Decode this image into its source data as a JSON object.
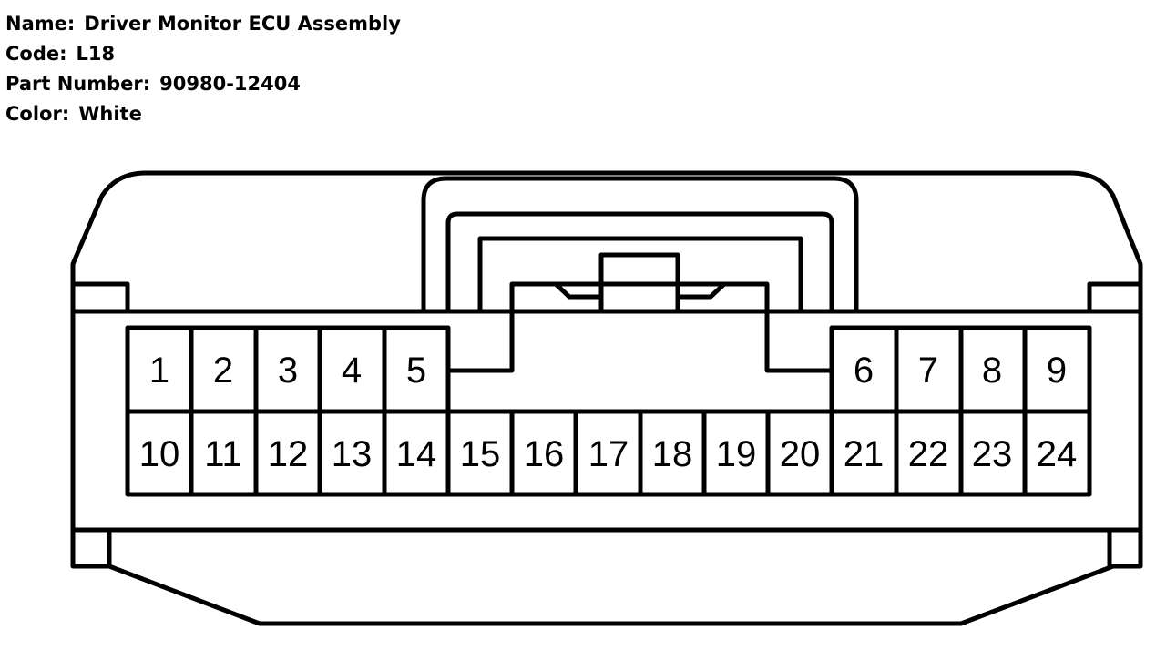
{
  "header": {
    "name_label": "Name:",
    "name_value": "Driver Monitor ECU Assembly",
    "code_label": "Code:",
    "code_value": "L18",
    "part_label": "Part Number:",
    "part_value": "90980-12404",
    "color_label": "Color:",
    "color_value": "White"
  },
  "connector": {
    "top_row_pins": [
      "1",
      "2",
      "3",
      "4",
      "5",
      "6",
      "7",
      "8",
      "9"
    ],
    "bottom_row_pins": [
      "10",
      "11",
      "12",
      "13",
      "14",
      "15",
      "16",
      "17",
      "18",
      "19",
      "20",
      "21",
      "22",
      "23",
      "24"
    ]
  }
}
